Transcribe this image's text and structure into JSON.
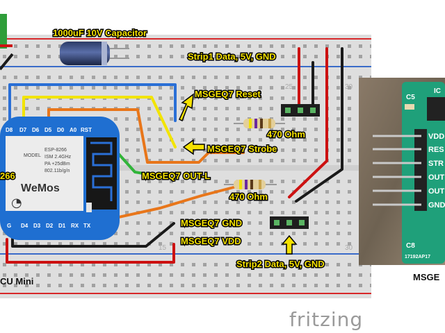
{
  "labels": {
    "capacitor": "1000uF 10V Capacitor",
    "strip1": "Strip1 Data, 5V, GND",
    "reset": "MSGEQ7 Reset",
    "resistor1": "470 Ohm",
    "strobe": "MSGEQ7 Strobe",
    "outl": "MSGEQ7 OUT-L",
    "resistor2": "470 Ohm",
    "gnd": "MSGEQ7 GND",
    "vdd": "MSGEQ7 VDD",
    "strip2": "Strip2 Data, 5V, GND",
    "chip_partial": "266",
    "mcu_partial": "CU Mini",
    "msgeq_partial": "MSGE",
    "brand": "fritzing"
  },
  "board": {
    "col25": "25",
    "col30a": "30",
    "col30b": "30",
    "col15": "15"
  },
  "mcu": {
    "top_pins": [
      "D8",
      "D7",
      "D6",
      "D5",
      "D0",
      "A0",
      "RST"
    ],
    "bottom_pins": [
      "G",
      "D4",
      "D3",
      "D2",
      "D1",
      "RX",
      "TX"
    ],
    "module_lines": [
      "MODEL",
      "ESP-8266",
      "ISM 2.4GHz",
      "PA +25dBm",
      "802.11b/g/n"
    ],
    "module_brand": "WeMos"
  },
  "msgeq_module": {
    "pins": [
      "VDD",
      "RES",
      "STR",
      "OUT",
      "OUT",
      "GND"
    ],
    "top_labels": [
      "C5",
      "IC"
    ],
    "bottom_labels": [
      "C8",
      "17192AP17"
    ]
  },
  "colors": {
    "board": "#dcdcdc",
    "rail_red": "#d8282a",
    "rail_blue": "#3a6bc9",
    "wire_orange": "#e8761a",
    "wire_yellow": "#f2e400",
    "wire_green": "#31b43a",
    "wire_blue": "#2a6fd6",
    "wire_red": "#cc1111",
    "wire_black": "#1a1a1a",
    "label_text": "#f5e100",
    "mcu_board": "#1f6fd1",
    "module_pcb": "#1fa07a"
  }
}
